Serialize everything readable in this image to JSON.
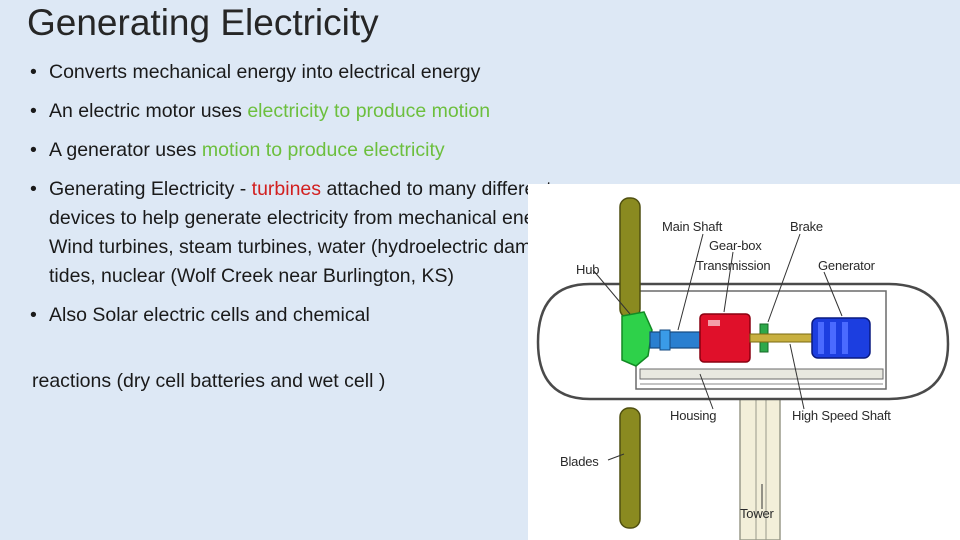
{
  "slide": {
    "title": "Generating Electricity",
    "bullet_symbol": "•",
    "bullets": [
      {
        "text": "Converts mechanical energy into electrical energy"
      },
      {
        "pre": "An electric motor uses ",
        "highlight": "electricity to produce motion"
      },
      {
        "pre": "A generator uses ",
        "highlight": "motion to produce electricity"
      },
      {
        "pre": "Generating Electricity - ",
        "highlight": "turbines",
        "post": " attached to many different devices to help generate electricity from mechanical energy: Wind turbines, steam turbines, water (hydroelectric dams) tides, nuclear (Wolf Creek near Burlington, KS)"
      },
      {
        "text": "Also Solar electric cells and chemical"
      }
    ],
    "continuation": "reactions (dry cell batteries and wet cell )"
  },
  "diagram": {
    "labels": {
      "main_shaft": "Main Shaft",
      "brake": "Brake",
      "gear_box": "Gear-box",
      "transmission": "Transmission",
      "generator": "Generator",
      "hub": "Hub",
      "housing": "Housing",
      "high_speed_shaft": "High Speed Shaft",
      "blades": "Blades",
      "tower": "Tower"
    }
  },
  "colors": {
    "background": "#dde8f5",
    "highlight_green": "#6cbf3d",
    "highlight_red": "#d22020",
    "hub": "#2ed14a",
    "gearbox": "#e0102a",
    "generator": "#1c3ee0",
    "blades": "#8a8a20",
    "shaft": "#2a7fd0"
  }
}
